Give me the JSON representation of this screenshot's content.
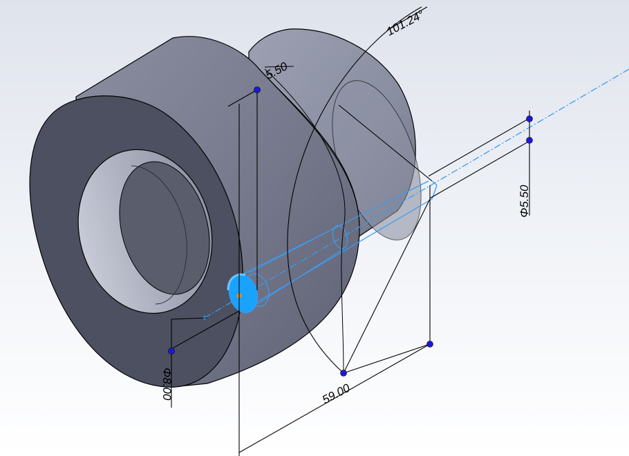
{
  "colors": {
    "part_dark": "#4c4f5c",
    "part_mid": "#7d8193",
    "part_light": "#a9adbd",
    "sketch": "#3d9bf0",
    "sketch_fill": "#19a3ff",
    "handle": "#1a1ad6",
    "origin": "#ff8a00",
    "dimension": "#000000"
  },
  "dimensions": {
    "angle": "101.24°",
    "top_offset": "5.50",
    "right_diameter": "Φ5.50",
    "length": "59.00",
    "left_diameter": "Φ8.00"
  },
  "icons": {
    "handle": "drag-handle-icon",
    "origin": "sketch-origin-icon"
  }
}
